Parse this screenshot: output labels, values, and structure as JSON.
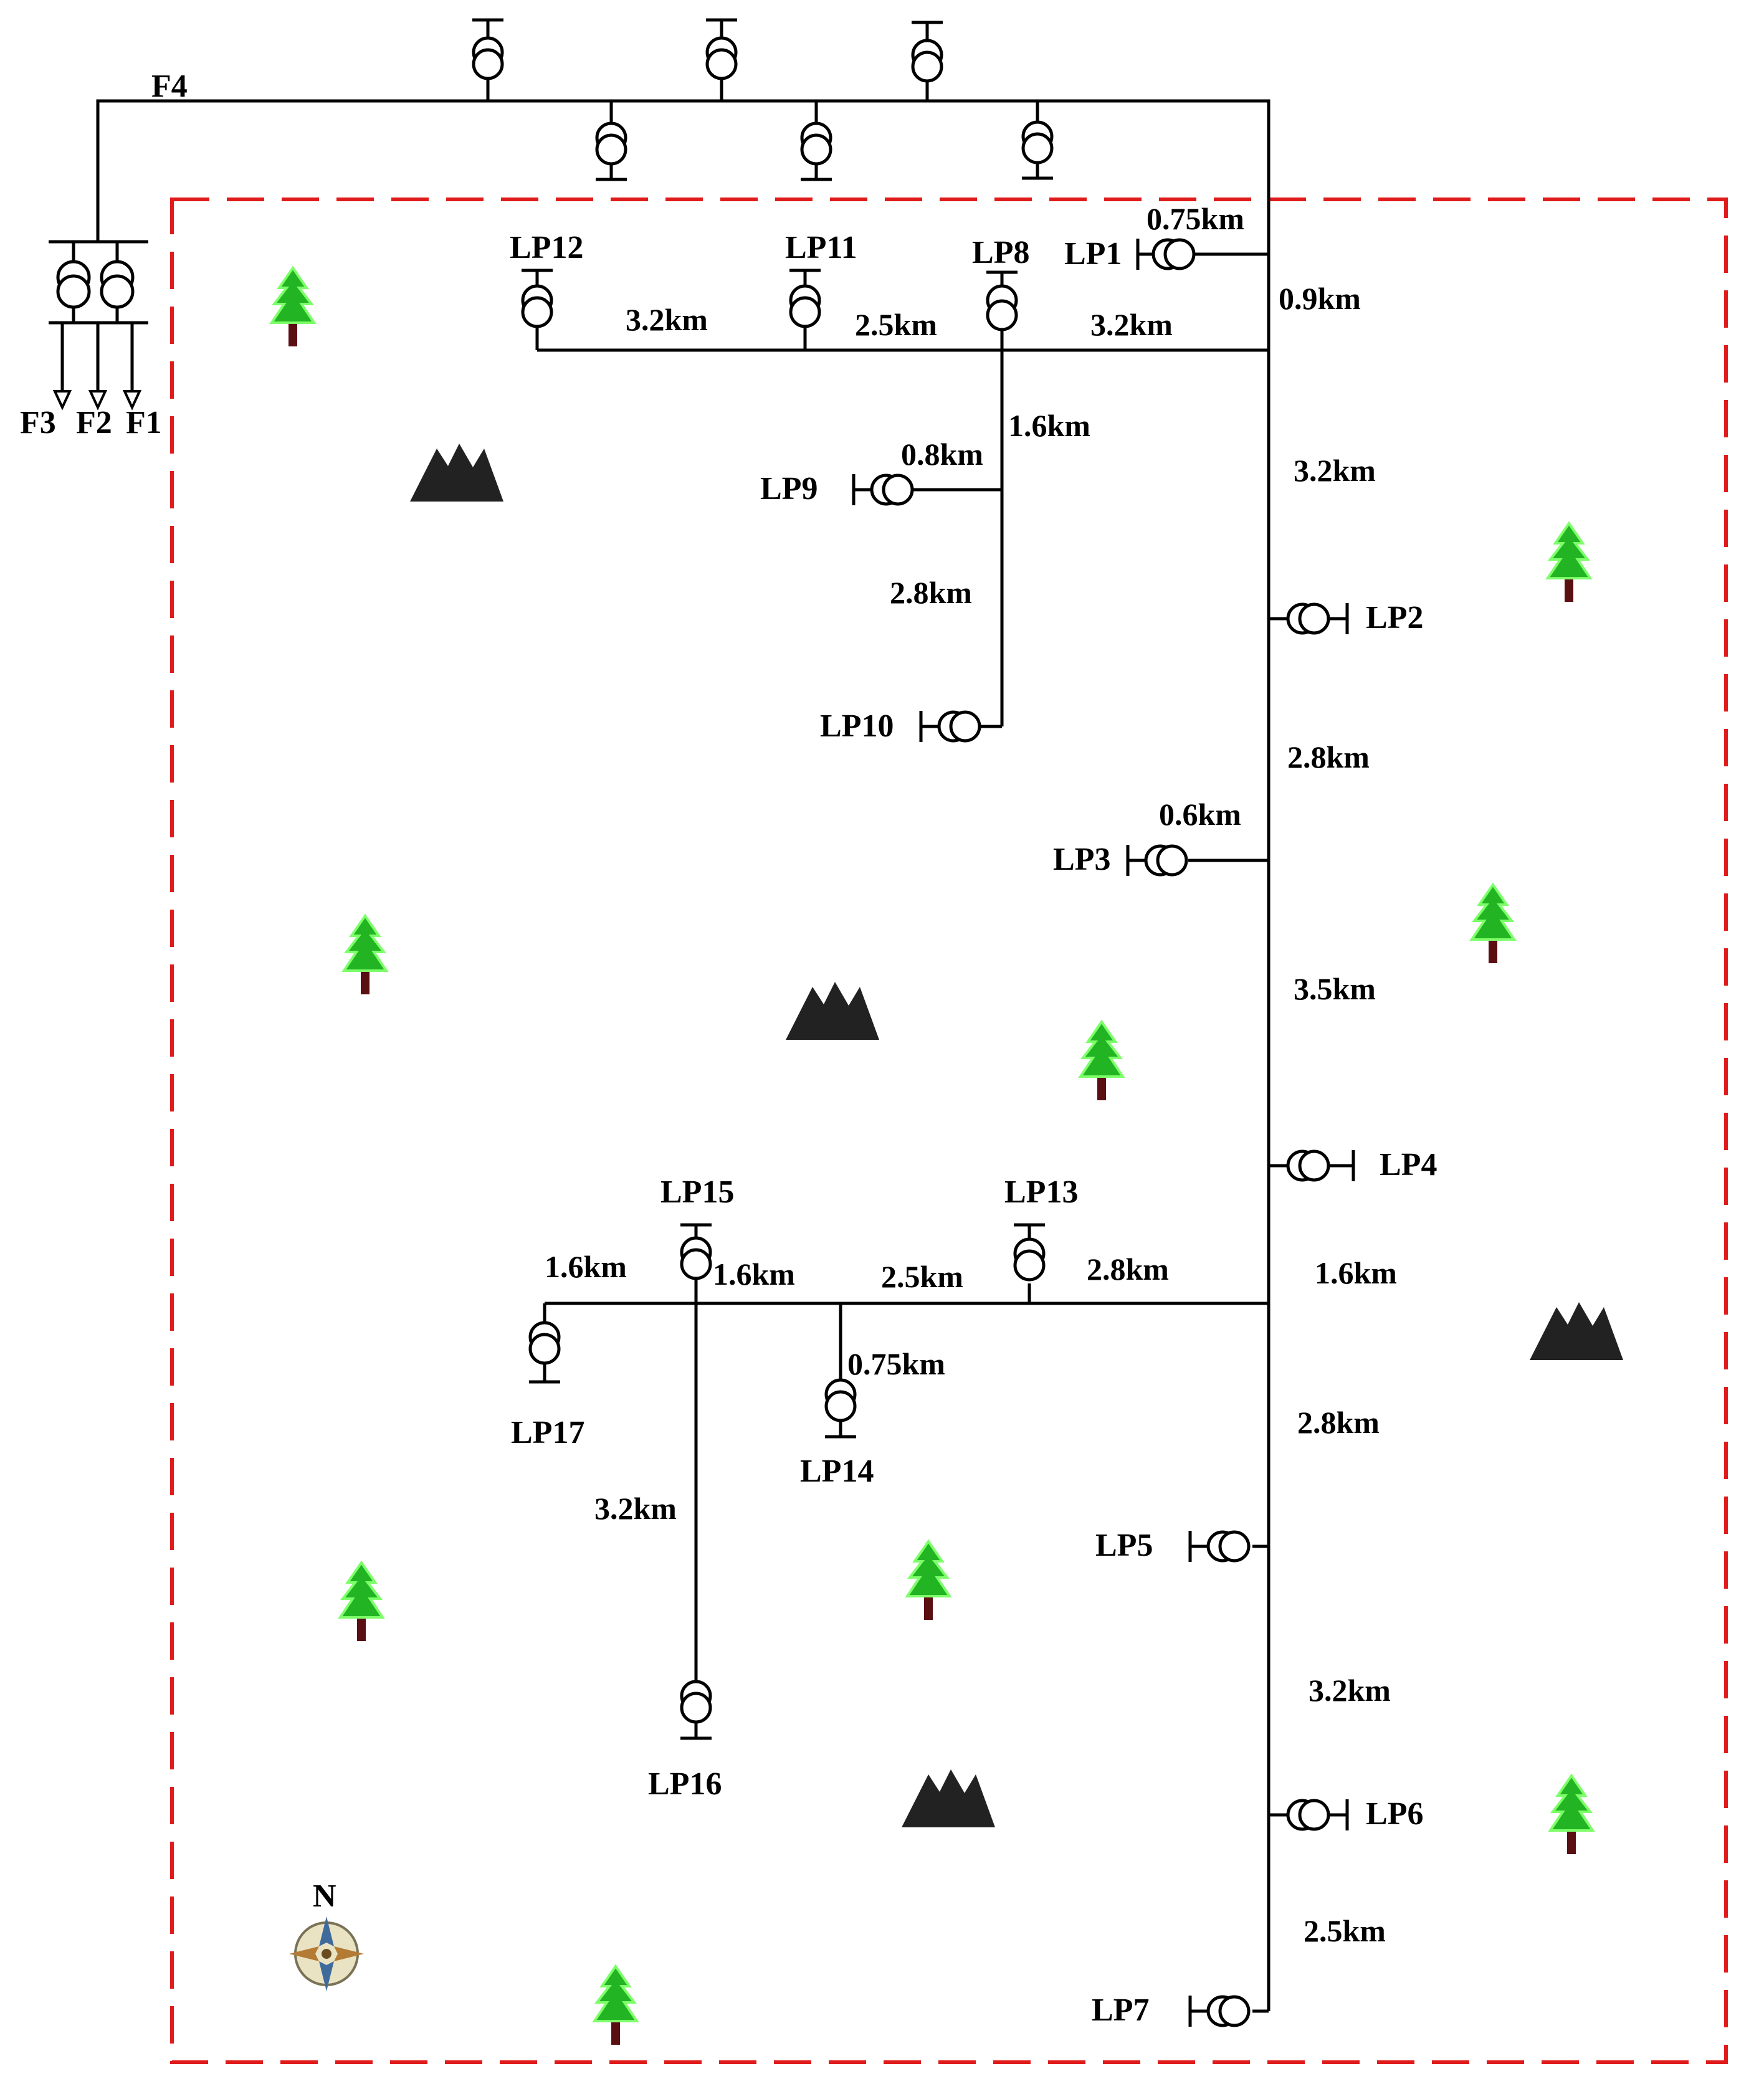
{
  "colors": {
    "line": "#000000",
    "boundary": "#e01b1b",
    "tree_foliage": "#22b422",
    "tree_trunk": "#5a0f12",
    "mountain": "#222222"
  },
  "feeders": {
    "f1": "F1",
    "f2": "F2",
    "f3": "F3",
    "f4": "F4"
  },
  "load_points": {
    "lp1": "LP1",
    "lp2": "LP2",
    "lp3": "LP3",
    "lp4": "LP4",
    "lp5": "LP5",
    "lp6": "LP6",
    "lp7": "LP7",
    "lp8": "LP8",
    "lp9": "LP9",
    "lp10": "LP10",
    "lp11": "LP11",
    "lp12": "LP12",
    "lp13": "LP13",
    "lp14": "LP14",
    "lp15": "LP15",
    "lp16": "LP16",
    "lp17": "LP17"
  },
  "distances": {
    "lp1_stub": "0.75km",
    "main_top_to_branch": "0.9km",
    "branch_lp8_main": "3.2km",
    "lp11_lp8": "2.5km",
    "lp12_lp11": "3.2km",
    "lp8_lp9": "1.6km",
    "lp9_stub": "0.8km",
    "lp9_lp10": "2.8km",
    "main_to_lp2": "3.2km",
    "lp2_to_lp3": "2.8km",
    "lp3_stub": "0.6km",
    "lp3_to_lp4": "3.5km",
    "lp4_to_branch": "1.6km",
    "branch_lp13_main": "2.8km",
    "lp13_lp14_junction": "2.5km",
    "lp15_lp14_junction": "1.6km",
    "lp17_lp15": "1.6km",
    "lp14_stub": "0.75km",
    "lp15_lp16": "3.2km",
    "branch_to_lp5": "2.8km",
    "lp5_to_lp6": "3.2km",
    "lp6_to_lp7": "2.5km"
  },
  "compass": {
    "north_label": "N",
    "icon": "compass-rose-icon"
  },
  "icons": {
    "tree": "tree-icon",
    "mountain": "mountain-icon",
    "transformer": "transformer-icon"
  }
}
